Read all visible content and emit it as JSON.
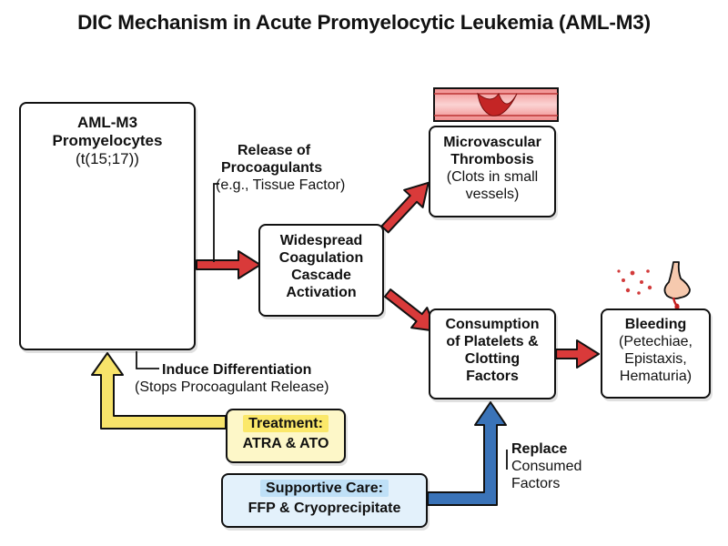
{
  "title": "DIC Mechanism in Acute Promyelocytic Leukemia (AML-M3)",
  "cells_box": {
    "line1": "AML-M3",
    "line2": "Promyelocytes",
    "line3": "(t(15;17))"
  },
  "release_label": {
    "line1": "Release of",
    "line2": "Procoagulants",
    "line3": "(e.g., Tissue Factor)"
  },
  "coagulation_box": {
    "line1": "Widespread",
    "line2": "Coagulation",
    "line3": "Cascade",
    "line4": "Activation"
  },
  "thrombosis_box": {
    "line1": "Microvascular",
    "line2": "Thrombosis",
    "line3": "(Clots in small",
    "line4": "vessels)"
  },
  "consumption_box": {
    "line1": "Consumption",
    "line2": "of Platelets &",
    "line3": "Clotting",
    "line4": "Factors"
  },
  "bleeding_box": {
    "line1": "Bleeding",
    "line2": "(Petechiae,",
    "line3": "Epistaxis,",
    "line4": "Hematuria)"
  },
  "differentiation_label": {
    "line1": "Induce Differentiation",
    "line2": "(Stops Procoagulant Release)"
  },
  "treatment_box": {
    "line1": "Treatment:",
    "line2": "ATRA & ATO"
  },
  "supportive_box": {
    "line1": "Supportive Care:",
    "line2": "FFP & Cryoprecipitate"
  },
  "replace_label": {
    "line1": "Replace",
    "line2": "Consumed",
    "line3": "Factors"
  },
  "colors": {
    "red_arrow": "#d93a3a",
    "yellow_arrow": "#f7e36a",
    "blue_arrow": "#3a73b8",
    "cell_fill": "#8fb6dd",
    "nucleus": "#2f6fb3",
    "dots": "#d23b3b",
    "treatment_bg": "#fdf7c8",
    "supportive_bg": "#e3f1fb"
  },
  "icons": [
    "blood-vessel-clot-icon",
    "nose-bleed-icon",
    "promyelocyte-cell-icon"
  ]
}
